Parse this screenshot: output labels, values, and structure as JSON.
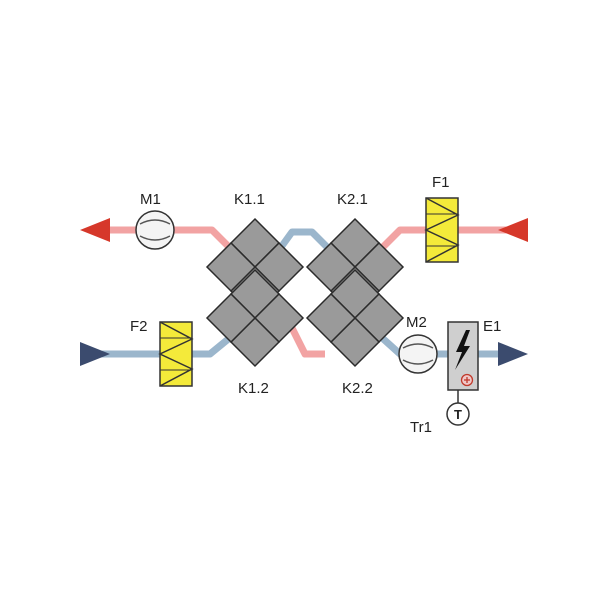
{
  "labels": {
    "m1": "M1",
    "m2": "M2",
    "k11": "K1.1",
    "k21": "K2.1",
    "k12": "K1.2",
    "k22": "K2.2",
    "f1": "F1",
    "f2": "F2",
    "e1": "E1",
    "tr1": "Tr1",
    "sensor": "T"
  },
  "icons": {
    "fan": "fan-icon",
    "filter": "filter-icon",
    "heater": "electric-heater-icon",
    "sensor": "temperature-sensor-icon",
    "heat_exchanger": "heat-exchanger-icon"
  },
  "colors": {
    "warm_air": "#f2a3a3",
    "cold_air": "#9bb6cc",
    "warm_arrow": "#d6382a",
    "cold_arrow": "#3b4b6e",
    "filter_fill": "#f4ea3a",
    "exchanger_fill": "#9a9a9a",
    "heater_fill": "#cfcfcf"
  }
}
